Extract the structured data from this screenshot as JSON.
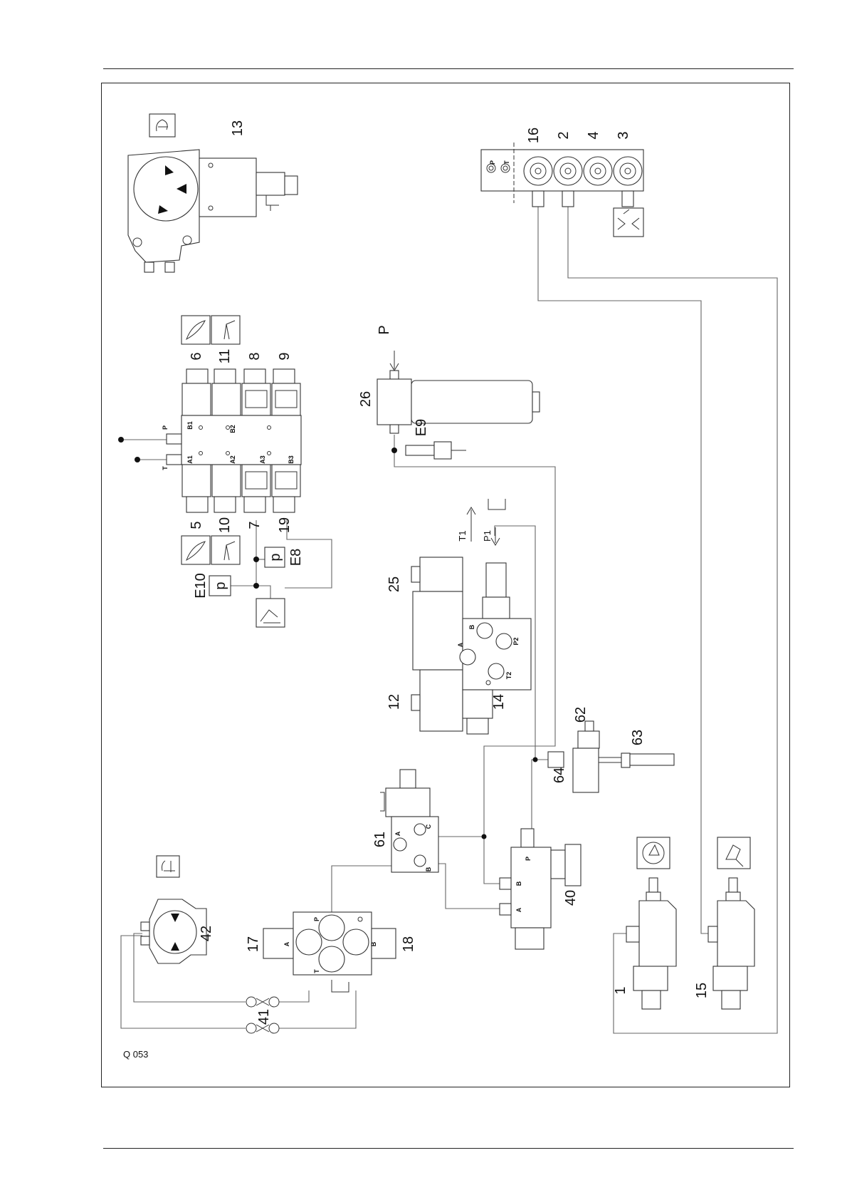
{
  "reference": "Q 053",
  "labels": {
    "n13": "13",
    "n16": "16",
    "n2": "2",
    "n4": "4",
    "n3": "3",
    "n6": "6",
    "n11": "11",
    "n8": "8",
    "n9": "9",
    "n5": "5",
    "n10": "10",
    "n7": "7",
    "n19": "19",
    "n26": "26",
    "e9": "E9",
    "p_in": "P",
    "e8": "E8",
    "e10": "E10",
    "p_e8": "p",
    "p_e10": "p",
    "n25": "25",
    "n12": "12",
    "n14": "14",
    "t1": "T1",
    "p1": "P1",
    "n62": "62",
    "n63": "63",
    "n64": "64",
    "n61": "61",
    "n40": "40",
    "n42": "42",
    "n17": "17",
    "n18": "18",
    "n41": "41",
    "n1": "1",
    "n15": "15"
  },
  "ports": {
    "manifold_p": "P",
    "manifold_t": "T",
    "valve_p": "P",
    "valve_t": "T",
    "b1": "B1",
    "b2": "B2",
    "a1": "A1",
    "a2": "A2",
    "a3": "A3",
    "b3": "B3",
    "v25_b": "B",
    "v25_a": "A",
    "v25_p2": "P2",
    "v25_t2": "T2",
    "v61_a": "A",
    "v61_c": "C",
    "v61_b": "B",
    "v40_p": "P",
    "v40_b": "B",
    "v40_a": "A",
    "v17_p": "P",
    "v17_a": "A",
    "v17_b": "B",
    "v17_t": "T"
  }
}
